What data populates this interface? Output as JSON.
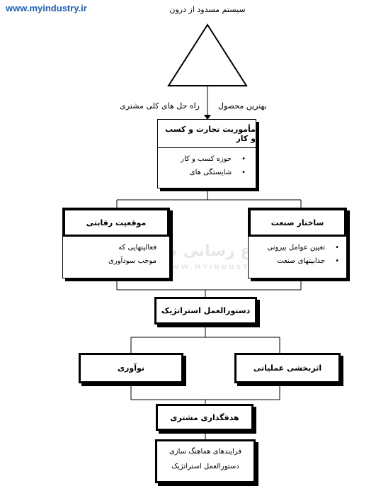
{
  "site_url": "www.myindustry.ir",
  "header_label": "سیستم مسدود از درون",
  "left_top_label": "راه حل های کلی مشتری",
  "right_top_label": "بهترین محصول",
  "mission": {
    "title": "مأموریت تجارت و کسب و کار",
    "bullets": [
      "حوزه کسب و کار",
      "شایستگی های"
    ]
  },
  "competitive": {
    "title": "موقعیت رقابتی",
    "lines": [
      "فعالیتهایی که",
      "موجب سودآوری"
    ]
  },
  "industry": {
    "title": "ساختار صنعت",
    "bullets": [
      "تعیین عوامل بیرونی",
      "جذابیتهای صنعت"
    ]
  },
  "strategy_box": "دستورالعمل استراتژیک",
  "innovation_box": "نوآوری",
  "operational_box": "اثربخشی عملیاتی",
  "target_box": "هدفگذاری مشتری",
  "process": {
    "line1": "فرایندهای هماهنگ سازی",
    "line2": "دستورالعمل استراتژیک"
  },
  "watermark": {
    "text": "مرکز اطلاع رسانی صنعت",
    "sub": "WWW.MYINDUSTRY.IR"
  }
}
